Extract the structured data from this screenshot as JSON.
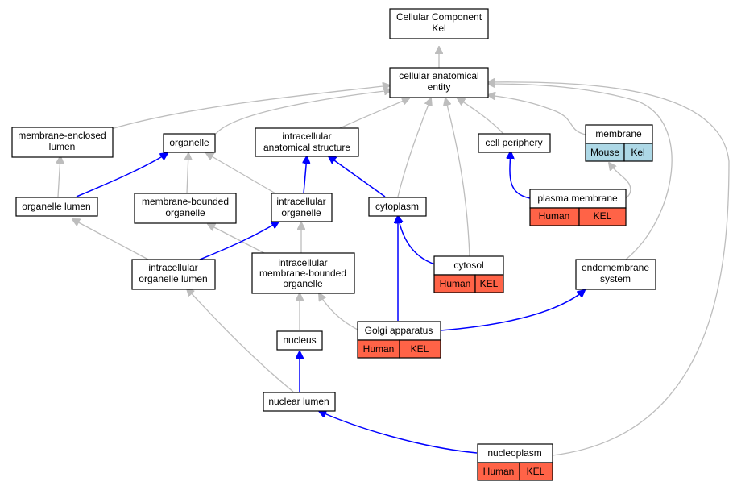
{
  "colors": {
    "gray_edge": "#bdbdbd",
    "blue_edge": "#0000ff",
    "mouse_cell": "#add8e6",
    "human_cell": "#ff6347"
  },
  "nodes": {
    "root": {
      "lines": [
        "Cellular Component",
        "Kel"
      ]
    },
    "cae": {
      "lines": [
        "cellular anatomical",
        "entity"
      ]
    },
    "mel": {
      "lines": [
        "membrane-enclosed",
        "lumen"
      ]
    },
    "organelle": {
      "lines": [
        "organelle"
      ]
    },
    "ias": {
      "lines": [
        "intracellular",
        "anatomical structure"
      ]
    },
    "cellperiphery": {
      "lines": [
        "cell periphery"
      ]
    },
    "membrane": {
      "lines": [
        "membrane"
      ],
      "cells": [
        "Mouse",
        "Kel"
      ]
    },
    "orglumen": {
      "lines": [
        "organelle lumen"
      ]
    },
    "mbo": {
      "lines": [
        "membrane-bounded",
        "organelle"
      ]
    },
    "intorg": {
      "lines": [
        "intracellular",
        "organelle"
      ]
    },
    "cytoplasm": {
      "lines": [
        "cytoplasm"
      ]
    },
    "plasmamembrane": {
      "lines": [
        "plasma membrane"
      ],
      "cells": [
        "Human",
        "KEL"
      ]
    },
    "iol": {
      "lines": [
        "intracellular",
        "organelle lumen"
      ]
    },
    "imbo": {
      "lines": [
        "intracellular",
        "membrane-bounded",
        "organelle"
      ]
    },
    "cytosol": {
      "lines": [
        "cytosol"
      ],
      "cells": [
        "Human",
        "KEL"
      ]
    },
    "endomembrane": {
      "lines": [
        "endomembrane",
        "system"
      ]
    },
    "golgi": {
      "lines": [
        "Golgi apparatus"
      ],
      "cells": [
        "Human",
        "KEL"
      ]
    },
    "nucleus": {
      "lines": [
        "nucleus"
      ]
    },
    "nuclearlumen": {
      "lines": [
        "nuclear lumen"
      ]
    },
    "nucleoplasm": {
      "lines": [
        "nucleoplasm"
      ],
      "cells": [
        "Human",
        "KEL"
      ]
    }
  }
}
